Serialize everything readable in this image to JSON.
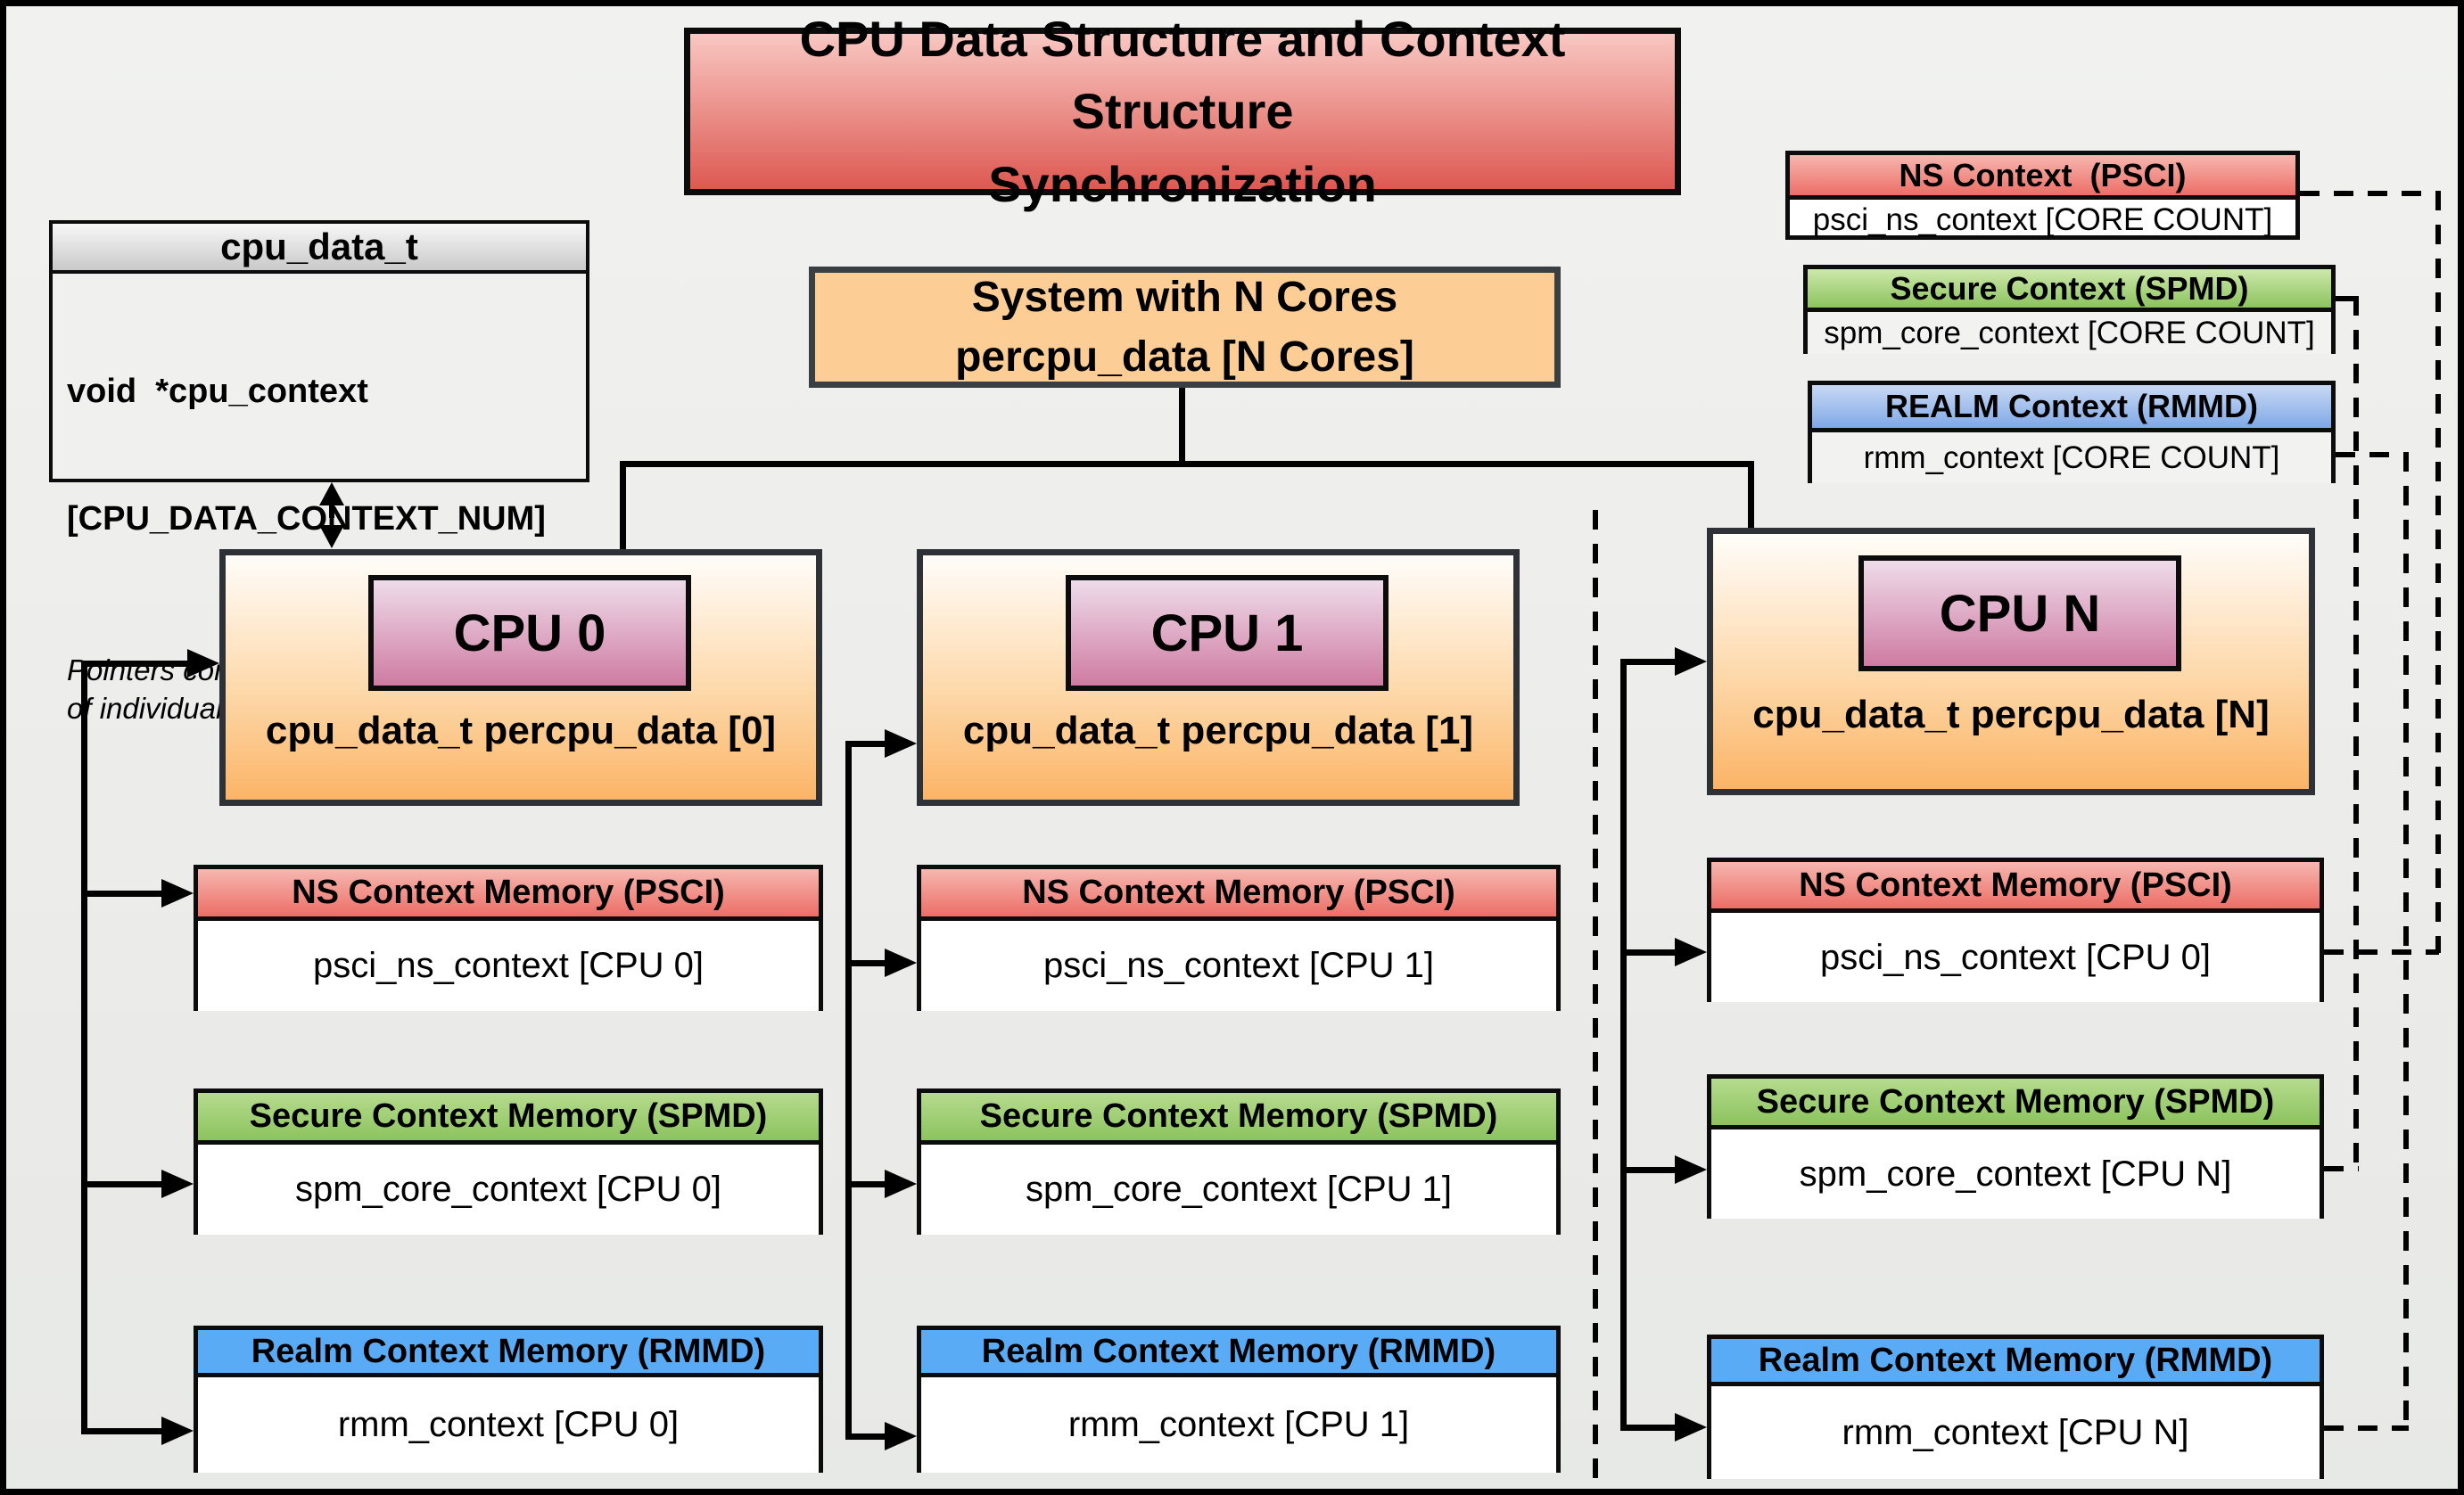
{
  "title": {
    "line1": "CPU Data Structure and Context Structure",
    "line2": "Synchronization"
  },
  "struct_box": {
    "header": "cpu_data_t",
    "field_line1": "void  *cpu_context",
    "field_line2": "[CPU_DATA_CONTEXT_NUM]",
    "note_line1": "Pointers configured with locations",
    "note_line2": "of individual world context memory"
  },
  "system_box": {
    "line1": "System with N Cores",
    "line2": "percpu_data [N Cores]"
  },
  "legend": {
    "ns": {
      "header": "NS Context  (PSCI)",
      "body": "psci_ns_context [CORE COUNT]"
    },
    "secure": {
      "header": "Secure Context (SPMD)",
      "body": "spm_core_context [CORE COUNT]"
    },
    "realm": {
      "header": "REALM Context (RMMD)",
      "body": "rmm_context [CORE COUNT]"
    }
  },
  "columns": [
    {
      "cpu_label": "CPU 0",
      "data_label": "cpu_data_t percpu_data [0]",
      "ns_header": "NS Context Memory (PSCI)",
      "ns_body": "psci_ns_context [CPU 0]",
      "secure_header": "Secure Context Memory (SPMD)",
      "secure_body": "spm_core_context [CPU 0]",
      "realm_header": "Realm Context Memory (RMMD)",
      "realm_body": "rmm_context [CPU 0]"
    },
    {
      "cpu_label": "CPU 1",
      "data_label": "cpu_data_t percpu_data [1]",
      "ns_header": "NS Context Memory (PSCI)",
      "ns_body": "psci_ns_context [CPU 1]",
      "secure_header": "Secure Context Memory (SPMD)",
      "secure_body": "spm_core_context [CPU 1]",
      "realm_header": "Realm Context Memory (RMMD)",
      "realm_body": "rmm_context [CPU 1]"
    },
    {
      "cpu_label": "CPU N",
      "data_label": "cpu_data_t percpu_data [N]",
      "ns_header": "NS Context Memory (PSCI)",
      "ns_body": "psci_ns_context [CPU 0]",
      "secure_header": "Secure Context Memory (SPMD)",
      "secure_body": "spm_core_context [CPU N]",
      "realm_header": "Realm Context Memory (RMMD)",
      "realm_body": "rmm_context [CPU N]"
    }
  ],
  "colors": {
    "title_top": "#f9c7c2",
    "title_bottom": "#dd5952",
    "ns_top": "#f6b7b0",
    "ns_bottom": "#ec6e66",
    "secure_top": "#b6db8e",
    "secure_bottom": "#8cc35e",
    "realm_flat": "#5aabf5",
    "realm_grad": "#7fa8e6",
    "orange": "#fccd95",
    "cpu_bottom": "#fbb466",
    "pink_top": "#eedcea",
    "pink_bottom": "#cf7ba1"
  }
}
